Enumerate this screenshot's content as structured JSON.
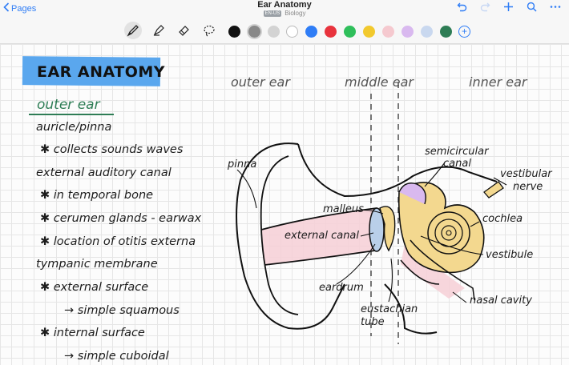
{
  "header": {
    "back_label": "Pages",
    "title": "Ear Anatomy",
    "lang_badge": "EN-US",
    "notebook": "Biology",
    "icons": [
      "undo-icon",
      "redo-icon",
      "plus-icon",
      "search-icon",
      "more-icon"
    ]
  },
  "toolbar": {
    "tools": [
      "pen-icon",
      "highlighter-icon",
      "eraser-icon",
      "lasso-icon"
    ],
    "colors": [
      "#111111",
      "#888888",
      "#d3d3d3",
      "#ffffff",
      "#2f7df6",
      "#e8333d",
      "#2fbf5b",
      "#f2c92e",
      "#f5c9cf",
      "#d9b9ef",
      "#c9d8ef",
      "#2e7d55"
    ],
    "selected_color_index": 1
  },
  "notes": {
    "heading": "EAR ANATOMY",
    "section": "outer ear",
    "lines": [
      "auricle/pinna",
      "✱ collects sounds waves",
      "external auditory canal",
      "✱ in temporal bone",
      "✱ cerumen glands - earwax",
      "✱ location of otitis externa",
      "tympanic membrane",
      "✱ external surface",
      "→ simple squamous",
      "✱ internal surface",
      "→ simple cuboidal"
    ]
  },
  "diagram": {
    "regions": [
      "outer ear",
      "middle ear",
      "inner ear"
    ],
    "labels": {
      "pinna": "pinna",
      "malleus": "malleus",
      "external_canal": "external canal",
      "eardrum": "eardrum",
      "eustachian": [
        "eustachian",
        "tube"
      ],
      "semicircular": [
        "semicircular",
        "canal"
      ],
      "vestibular": [
        "vestibular",
        "nerve"
      ],
      "cochlea": "cochlea",
      "vestibule": "vestibule",
      "nasal": "nasal cavity"
    }
  }
}
